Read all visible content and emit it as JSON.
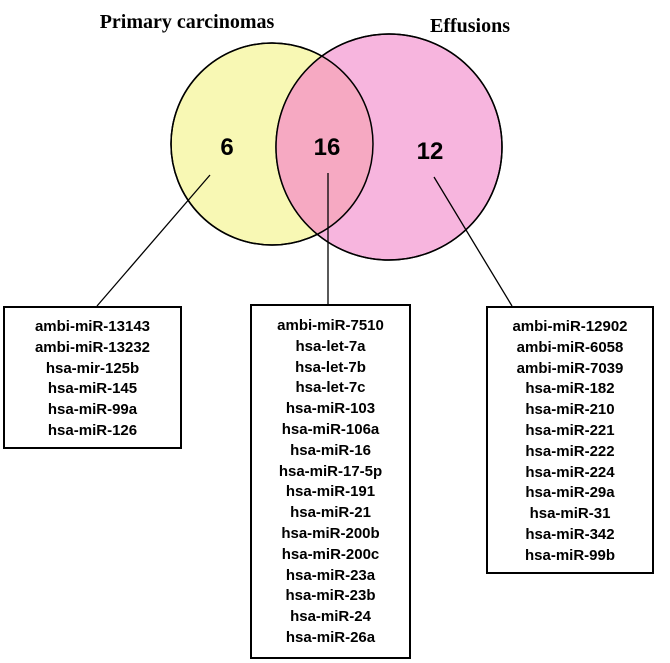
{
  "diagram": {
    "sets": [
      {
        "key": "primary",
        "title": "Primary carcinomas",
        "color": "#f8f8b4"
      },
      {
        "key": "effusions",
        "title": "Effusions",
        "color": "#f7b5de"
      }
    ],
    "overlap_color": "#f6a9c2",
    "regions": {
      "primary_only": {
        "count": "6",
        "genes": [
          "ambi-miR-13143",
          "ambi-miR-13232",
          "hsa-mir-125b",
          "hsa-miR-145",
          "hsa-miR-99a",
          "hsa-miR-126"
        ]
      },
      "shared": {
        "count": "16",
        "genes": [
          "ambi-miR-7510",
          "hsa-let-7a",
          "hsa-let-7b",
          "hsa-let-7c",
          "hsa-miR-103",
          "hsa-miR-106a",
          "hsa-miR-16",
          "hsa-miR-17-5p",
          "hsa-miR-191",
          "hsa-miR-21",
          "hsa-miR-200b",
          "hsa-miR-200c",
          "hsa-miR-23a",
          "hsa-miR-23b",
          "hsa-miR-24",
          "hsa-miR-26a"
        ]
      },
      "effusions_only": {
        "count": "12",
        "genes": [
          "ambi-miR-12902",
          "ambi-miR-6058",
          "ambi-miR-7039",
          "hsa-miR-182",
          "hsa-miR-210",
          "hsa-miR-221",
          "hsa-miR-222",
          "hsa-miR-224",
          "hsa-miR-29a",
          "hsa-miR-31",
          "hsa-miR-342",
          "hsa-miR-99b"
        ]
      }
    }
  }
}
